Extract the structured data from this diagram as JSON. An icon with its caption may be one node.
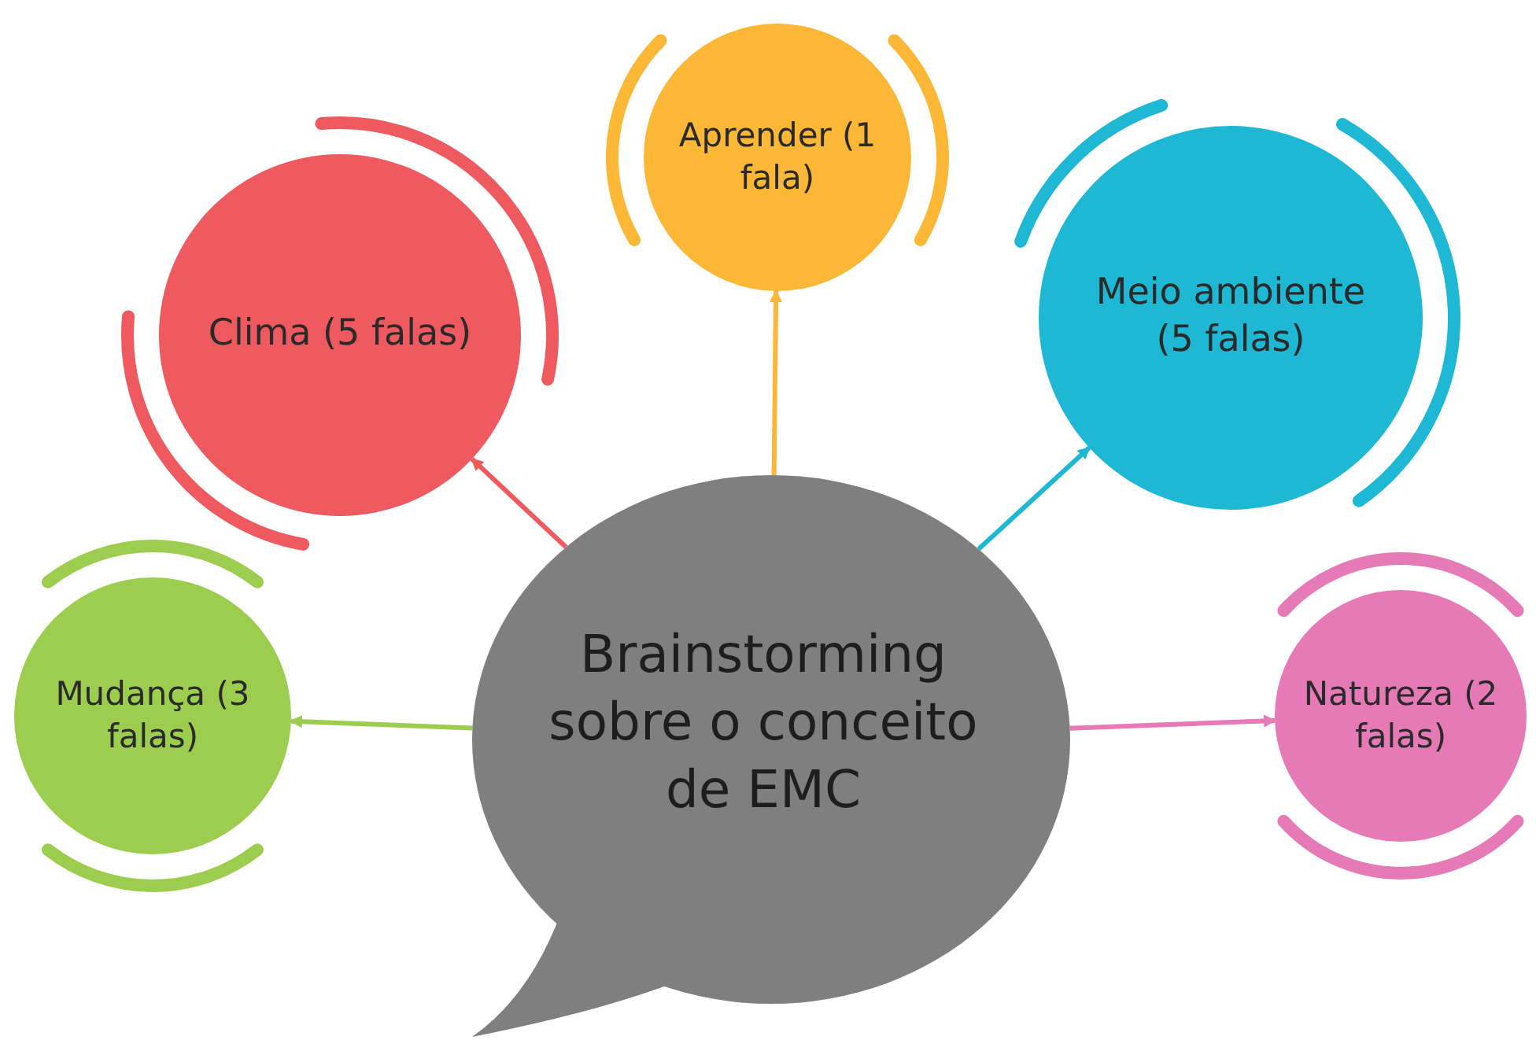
{
  "diagram": {
    "nodes": [
      {
        "text": [
          "Clima (5 falas)"
        ]
      },
      {
        "text": [
          "Aprender (1 fala)"
        ]
      },
      {
        "text": [
          "Meio ambiente (5 falas)"
        ]
      },
      {
        "text": [
          "Mudança (3 falas)"
        ]
      },
      {
        "text": [
          "Brainstorming sobre o conceito de EMC"
        ]
      },
      {
        "text": [
          "Natureza (2 falas)"
        ]
      }
    ],
    "edges": [
      {
        "from": 4,
        "to": 0,
        "arrow": "to",
        "color": "#ee5a5f"
      },
      {
        "from": 4,
        "to": 1,
        "arrow": "to",
        "color": "#fbb735"
      },
      {
        "from": 4,
        "to": 2,
        "arrow": "to",
        "color": "#1fb8d4"
      },
      {
        "from": 4,
        "to": 3,
        "arrow": "to",
        "color": "#9ccd4f"
      },
      {
        "from": 4,
        "to": 5,
        "arrow": "to",
        "color": "#e57ab7"
      }
    ]
  }
}
